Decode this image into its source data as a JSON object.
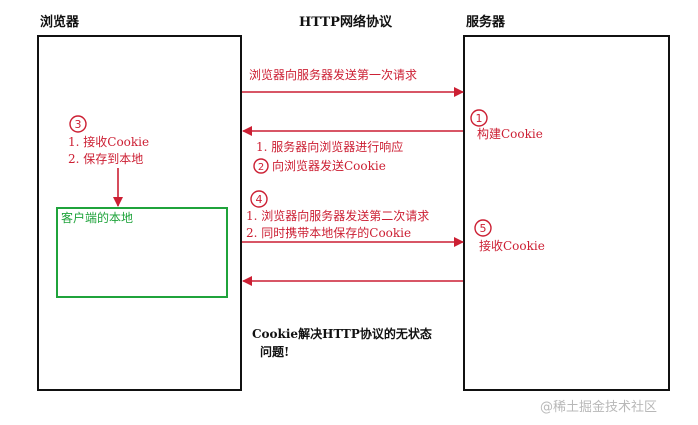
{
  "header": {
    "browser_label": "浏览器",
    "protocol_title": "HTTP网络协议",
    "server_label": "服务器"
  },
  "colors": {
    "annotation": "#cc1f33",
    "local_store": "#1fa33b",
    "box": "#111111"
  },
  "steps": {
    "first_request": "浏览器向服务器发送第一次请求",
    "step1_marker": "1",
    "step1_text": "构建Cookie",
    "response_line1": "1. 服务器向浏览器进行响应",
    "step2_marker": "2",
    "response_line2": "向浏览器发送Cookie",
    "step3_marker": "3",
    "browser_line1": "1. 接收Cookie",
    "browser_line2": "2. 保存到本地",
    "local_storage_label": "客户端的本地",
    "step4_marker": "4",
    "second_line1": "1. 浏览器向服务器发送第二次请求",
    "second_line2": "2. 同时携带本地保存的Cookie",
    "step5_marker": "5",
    "step5_text": "接收Cookie"
  },
  "note": {
    "line1": "Cookie解决HTTP协议的无状态",
    "line2": "问题!"
  },
  "watermark": "@稀土掘金技术社区"
}
